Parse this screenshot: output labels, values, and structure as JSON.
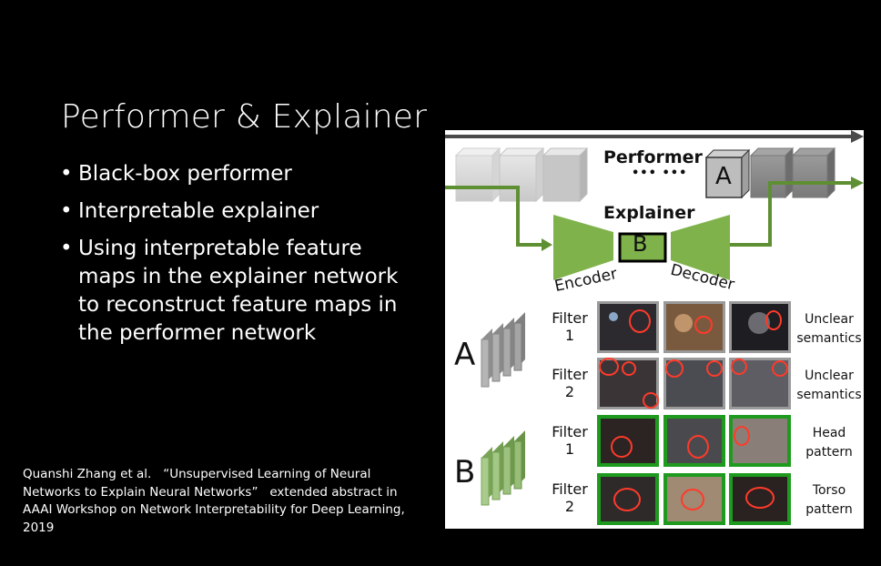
{
  "slide": {
    "title": "Performer & Explainer",
    "bullets": [
      "Black-box performer",
      "Interpretable explainer",
      "Using interpretable feature maps in the explainer network to reconstruct feature maps in the performer network"
    ],
    "citation": "Quanshi Zhang et al.   “Unsupervised Learning of Neural Networks to Explain Neural Networks”   extended abstract in AAAI Workshop on Network Interpretability for Deep Learning, 2019"
  },
  "figure": {
    "performer_label": "Performer",
    "dots": "••• •••",
    "layer_a": "A",
    "explainer_label": "Explainer",
    "layer_b": "B",
    "encoder_label": "Encoder",
    "decoder_label": "Decoder",
    "colors": {
      "green": "#7fb24b",
      "green_dark": "#5f8f33",
      "frame_green": "#1e9b1e",
      "arrow_gray": "#4a4a4a"
    },
    "rows": [
      {
        "group": "A",
        "filter_word": "Filter",
        "filter_num": "1",
        "desc1": "Unclear",
        "desc2": "semantics",
        "frame": "gray"
      },
      {
        "group": "A",
        "filter_word": "Filter",
        "filter_num": "2",
        "desc1": "Unclear",
        "desc2": "semantics",
        "frame": "gray"
      },
      {
        "group": "B",
        "filter_word": "Filter",
        "filter_num": "1",
        "desc1": "Head",
        "desc2": "pattern",
        "frame": "green"
      },
      {
        "group": "B",
        "filter_word": "Filter",
        "filter_num": "2",
        "desc1": "Torso",
        "desc2": "pattern",
        "frame": "green"
      }
    ],
    "group_labels": {
      "a": "A",
      "b": "B"
    }
  }
}
